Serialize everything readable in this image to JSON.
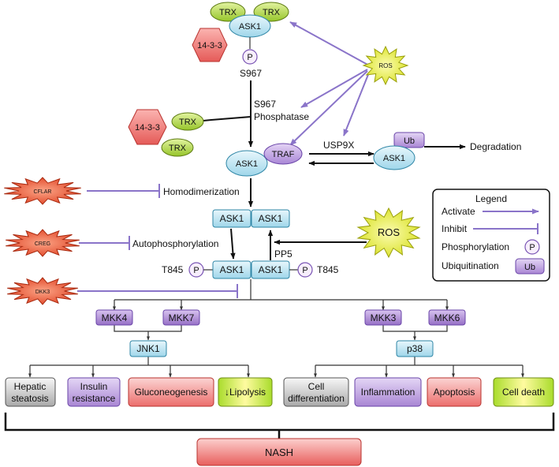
{
  "colors": {
    "ask1": "#bfe6f3",
    "trx": "#b7de3f",
    "traf": "#c9a9e6",
    "mkk": "#b28ad6",
    "p14_3_3": "#f07a78",
    "ros": "#e5ea3a",
    "inhibitor_star": "#e4502c",
    "arrow_purple": "#8a74c9",
    "nash": "#ee6e6e"
  },
  "complex_top": {
    "trx_left": "TRX",
    "trx_right": "TRX",
    "ask1": "ASK1",
    "p": "P",
    "site": "S967",
    "hex": "14-3-3"
  },
  "ros_small": "ROS",
  "step_phosphatase": {
    "site": "S967",
    "label": "Phosphatase"
  },
  "released": {
    "hex": "14-3-3",
    "trx1": "TRX",
    "trx2": "TRX"
  },
  "complex_traf": {
    "ask1": "ASK1",
    "traf": "TRAF"
  },
  "usp9x": "USP9X",
  "ub_complex": {
    "ub": "Ub",
    "ask1": "ASK1"
  },
  "degradation": "Degradation",
  "inhibitors": {
    "cflar": "CFLAR",
    "creg": "CREG",
    "dkk3": "DKK3"
  },
  "homodimerization": "Homodimerization",
  "autophosphorylation": "Autophosphorylation",
  "dimer": {
    "left": "ASK1",
    "right": "ASK1"
  },
  "ros_big": "ROS",
  "pp5": "PP5",
  "phospho_dimer": {
    "left": "ASK1",
    "right": "ASK1",
    "p_left": "P",
    "p_right": "P",
    "site_left": "T845",
    "site_right": "T845"
  },
  "legend": {
    "title": "Legend",
    "activate": "Activate",
    "inhibit": "Inhibit",
    "phosphorylation": "Phosphorylation",
    "p": "P",
    "ubiquitination": "Ubiquitination",
    "ub": "Ub"
  },
  "mkk": {
    "mkk4": "MKK4",
    "mkk7": "MKK7",
    "mkk3": "MKK3",
    "mkk6": "MKK6"
  },
  "jnk1": "JNK1",
  "p38": "p38",
  "outcomes": [
    [
      "Hepatic",
      "steatosis"
    ],
    [
      "Insulin",
      "resistance"
    ],
    [
      "Gluconeogenesis"
    ],
    [
      "↓Lipolysis"
    ],
    [
      "Cell",
      "differentiation"
    ],
    [
      "Inflammation"
    ],
    [
      "Apoptosis"
    ],
    [
      "Cell death"
    ]
  ],
  "nash": "NASH"
}
